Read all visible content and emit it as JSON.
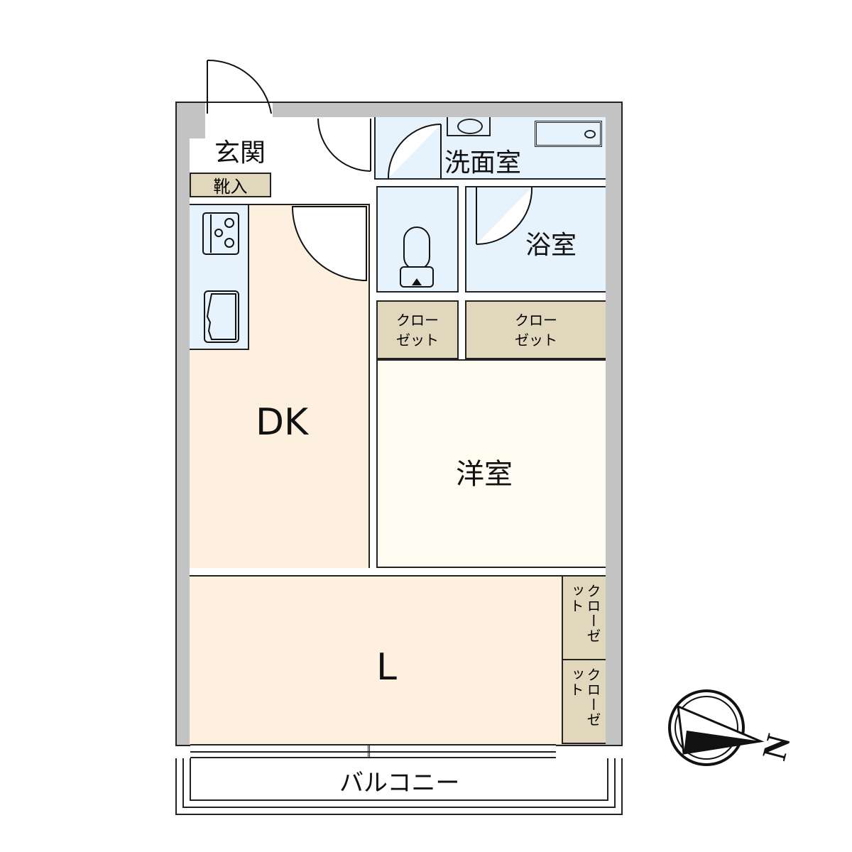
{
  "floorplan": {
    "rooms": {
      "genkan": "玄関",
      "kutsuire": "靴入",
      "senmenshitsu": "洗面室",
      "yokushitsu": "浴室",
      "dk": "DK",
      "yoshitsu": "洋室",
      "living": "L",
      "balcony": "バルコニー"
    },
    "closets": [
      {
        "line1": "クロー",
        "line2": "ゼット"
      },
      {
        "line1": "クロー",
        "line2": "ゼット"
      },
      {
        "vertical": "クローゼット"
      },
      {
        "vertical": "クローゼット"
      }
    ],
    "compass": {
      "label": "N"
    }
  },
  "colors": {
    "wall": "#c3c3c3",
    "wet_area": "#e6f3fc",
    "dk_living": "#fdf0df",
    "western_room": "#fefcf0",
    "closet": "#e0d7bc"
  }
}
